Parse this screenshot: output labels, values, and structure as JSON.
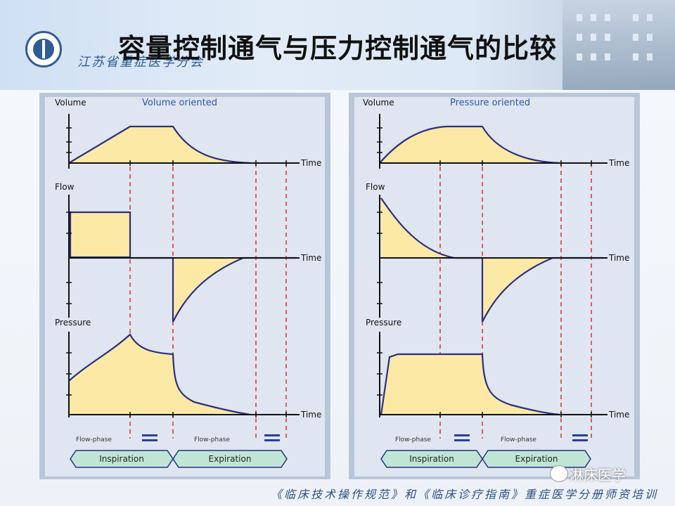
{
  "slide": {
    "title": "容量控制通气与压力控制通气的比较",
    "org_name": "江苏省重症医学分会",
    "footer": "《临床技术操作规范》和《临床诊疗指南》重症医学分册师资培训",
    "watermark": "淋床医学"
  },
  "colors": {
    "fill": "#fde9a6",
    "curve": "#2a2f80",
    "axis": "#111111",
    "dashed": "#e23b2a",
    "panel_bg": "#b9c6d9",
    "plot_bg": "#dfe6f1",
    "phase_box": "#bfe6d4",
    "phase_border": "#2a2f80",
    "label_blue": "#2c55a8"
  },
  "panels": [
    {
      "subtitle": "Volume oriented",
      "labels": {
        "volume": "Volume",
        "flow": "Flow",
        "pressure": "Pressure",
        "time": "Time"
      },
      "phase": {
        "flow_phase": "Flow-phase",
        "flow_phase_2": "Flow-phase",
        "inspiration": "Inspiration",
        "expiration": "Expiration"
      }
    },
    {
      "subtitle": "Pressure oriented",
      "labels": {
        "volume": "Volume",
        "flow": "Flow",
        "pressure": "Pressure",
        "time": "Time"
      },
      "phase": {
        "flow_phase": "Flow-phase",
        "flow_phase_2": "Flow-phase",
        "inspiration": "Inspiration",
        "expiration": "Expiration"
      }
    }
  ]
}
